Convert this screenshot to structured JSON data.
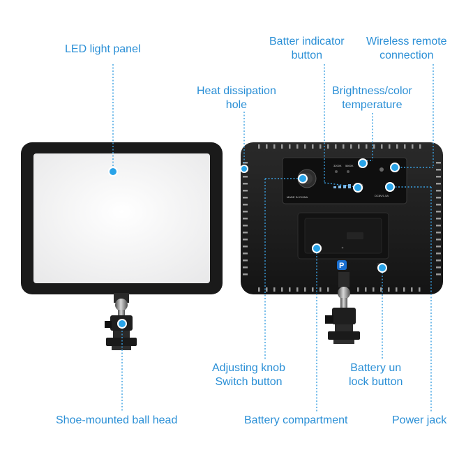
{
  "labels": {
    "led_panel": "LED light panel",
    "heat_line1": "Heat dissipation",
    "heat_line2": "hole",
    "battery_ind_line1": "Batter indicator",
    "battery_ind_line2": "button",
    "wireless_line1": "Wireless remote",
    "wireless_line2": "connection",
    "brightness_line1": "Brightness/color",
    "brightness_line2": "temperature",
    "adjust_line1": "Adjusting knob",
    "adjust_line2": "Switch button",
    "unlock_line1": "Battery un",
    "unlock_line2": "lock button",
    "shoe_mount": "Shoe-mounted ball head",
    "compartment": "Battery compartment",
    "power_jack": "Power jack"
  },
  "device_print": {
    "temp_left": "3200K",
    "temp_right": "5600K",
    "made_in": "MADE IN CHINA",
    "dc_rating": "DC8V/1.5A",
    "brand_badge": "P"
  },
  "colors": {
    "accent": "#2a8fd6",
    "panel": "#f3f3f3",
    "body": "#1b1b1b"
  }
}
